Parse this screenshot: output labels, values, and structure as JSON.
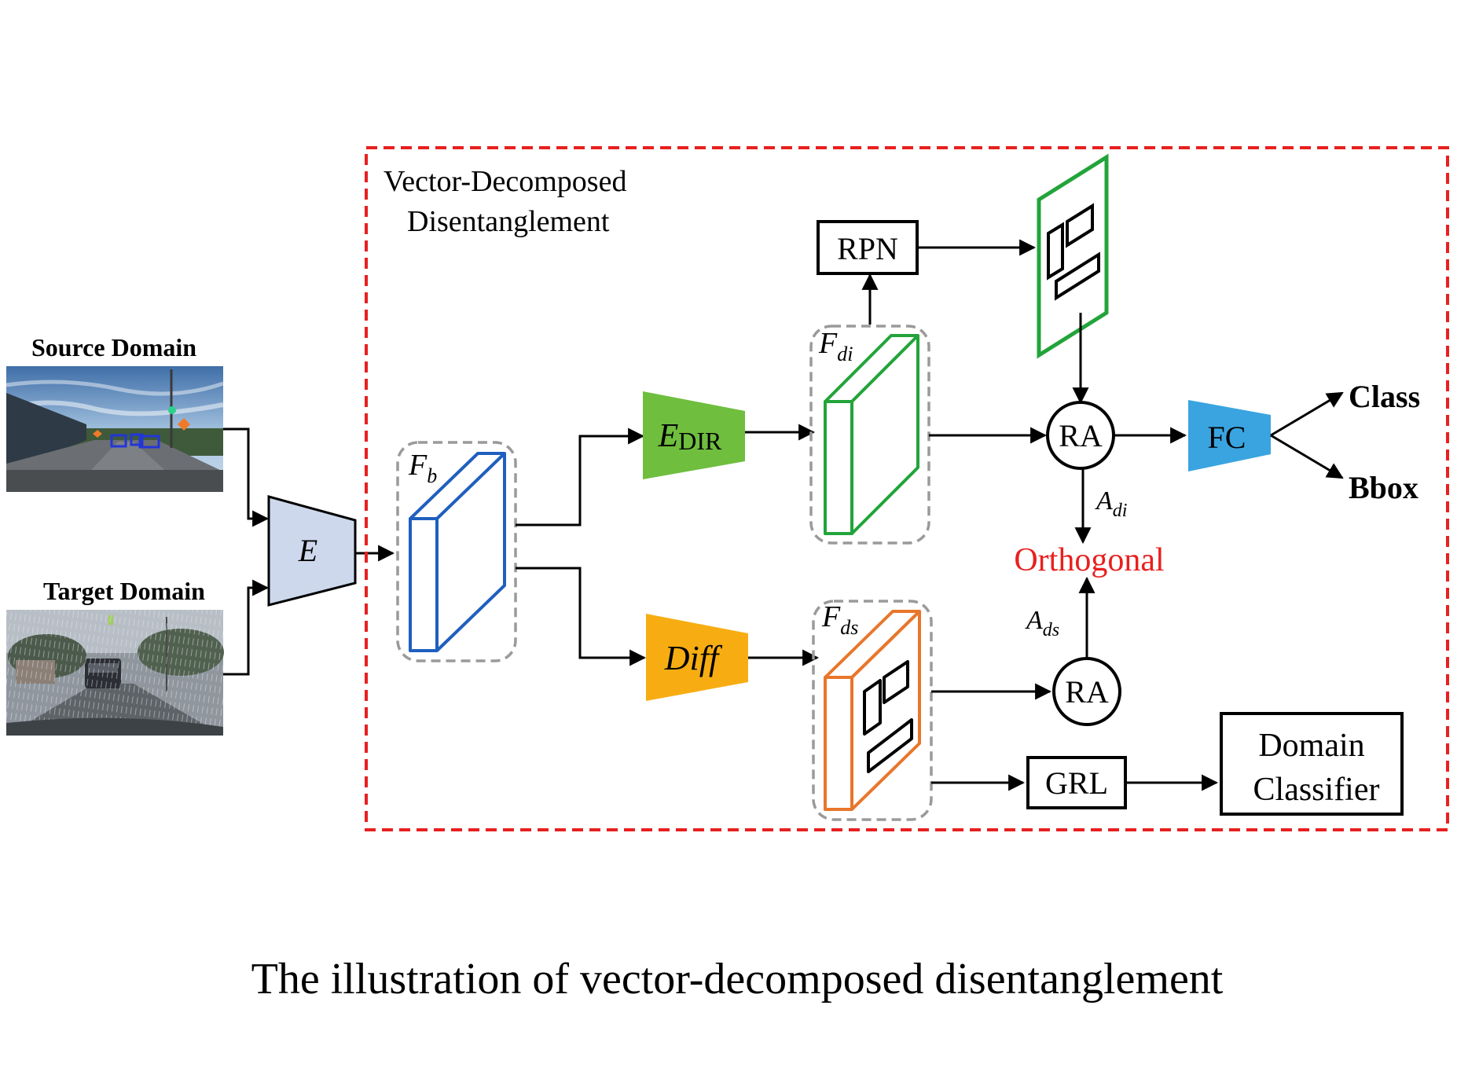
{
  "inputs": {
    "source_label": "Source Domain",
    "target_label": "Target Domain"
  },
  "encoder": {
    "label": "E"
  },
  "region": {
    "title_line1": "Vector-Decomposed",
    "title_line2": "Disentanglement"
  },
  "features": {
    "fb": {
      "main": "F",
      "sub": "b"
    },
    "fdi": {
      "main": "F",
      "sub": "di"
    },
    "fds": {
      "main": "F",
      "sub": "ds"
    }
  },
  "modules": {
    "edir_main": "E",
    "edir_sub": "DIR",
    "diff": "Diff",
    "rpn": "RPN",
    "ra_top": "RA",
    "ra_bottom": "RA",
    "fc": "FC",
    "grl": "GRL",
    "domain_classifier_line1": "Domain",
    "domain_classifier_line2": "Classifier"
  },
  "outputs": {
    "class": "Class",
    "bbox": "Bbox"
  },
  "attention": {
    "adi_main": "A",
    "adi_sub": "di",
    "ads_main": "A",
    "ads_sub": "ds",
    "orthogonal": "Orthogonal"
  },
  "caption": "The illustration of vector-decomposed disentanglement",
  "colors": {
    "region_border": "#e8201f",
    "orthogonal_text": "#e8201f",
    "encoder_fill": "#cdd8ec",
    "edir_fill": "#6fbe3e",
    "diff_fill": "#f7ad12",
    "fc_fill": "#3aa4e0",
    "fb_stroke": "#1f5fbf",
    "fdi_stroke": "#22a43a",
    "fds_stroke": "#e8762b",
    "dashed_box": "#9a9a9a",
    "bbox_blue": "#2236d8"
  }
}
